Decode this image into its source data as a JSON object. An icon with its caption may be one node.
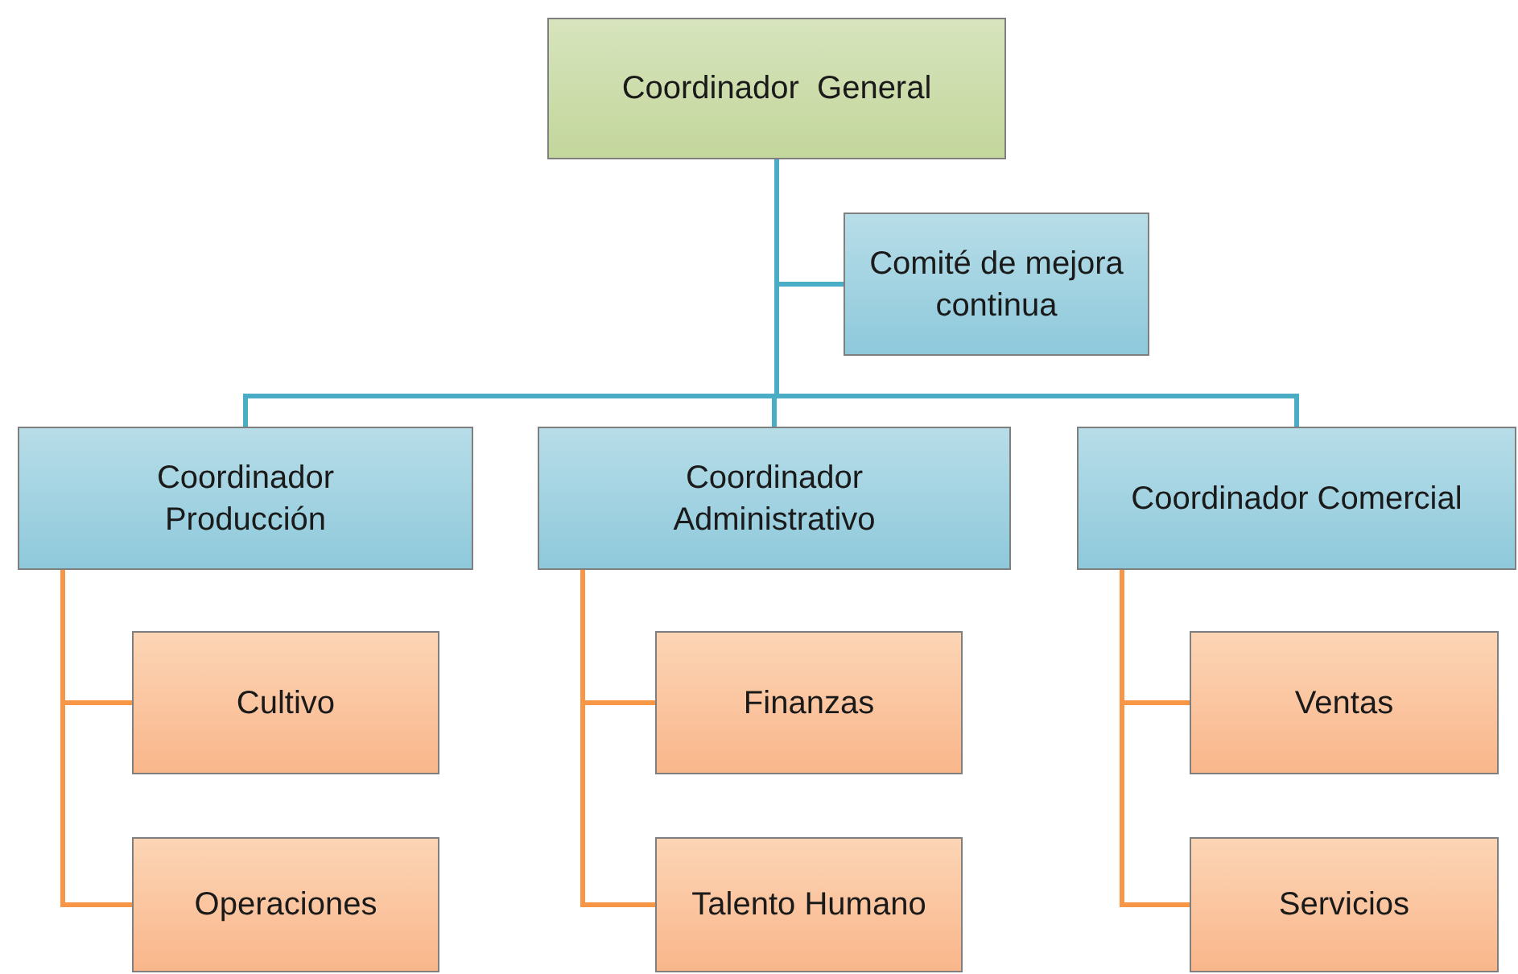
{
  "diagram": {
    "nodes": [
      {
        "text": [
          "Coordinador  General"
        ]
      },
      {
        "text": [
          "Comité de mejora continua"
        ]
      },
      {
        "text": [
          "Coordinador Producción"
        ]
      },
      {
        "text": [
          "Coordinador Administrativo"
        ]
      },
      {
        "text": [
          "Coordinador Comercial"
        ]
      },
      {
        "text": [
          "Cultivo"
        ]
      },
      {
        "text": [
          "Operaciones"
        ]
      },
      {
        "text": [
          "Finanzas"
        ]
      },
      {
        "text": [
          "Talento Humano"
        ]
      },
      {
        "text": [
          "Ventas"
        ]
      },
      {
        "text": [
          "Servicios"
        ]
      }
    ],
    "edges": [
      {
        "from": 0,
        "to": 1,
        "arrow": "none",
        "color": "#4bacc6"
      },
      {
        "from": 0,
        "to": 2,
        "arrow": "none",
        "color": "#4bacc6"
      },
      {
        "from": 0,
        "to": 3,
        "arrow": "none",
        "color": "#4bacc6"
      },
      {
        "from": 0,
        "to": 4,
        "arrow": "none",
        "color": "#4bacc6"
      },
      {
        "from": 2,
        "to": 5,
        "arrow": "none"
      },
      {
        "from": 2,
        "to": 6,
        "arrow": "none"
      },
      {
        "from": 3,
        "to": 7,
        "arrow": "none"
      },
      {
        "from": 3,
        "to": 8,
        "arrow": "none"
      },
      {
        "from": 4,
        "to": 9,
        "arrow": "none"
      },
      {
        "from": 4,
        "to": 10,
        "arrow": "none"
      }
    ]
  }
}
